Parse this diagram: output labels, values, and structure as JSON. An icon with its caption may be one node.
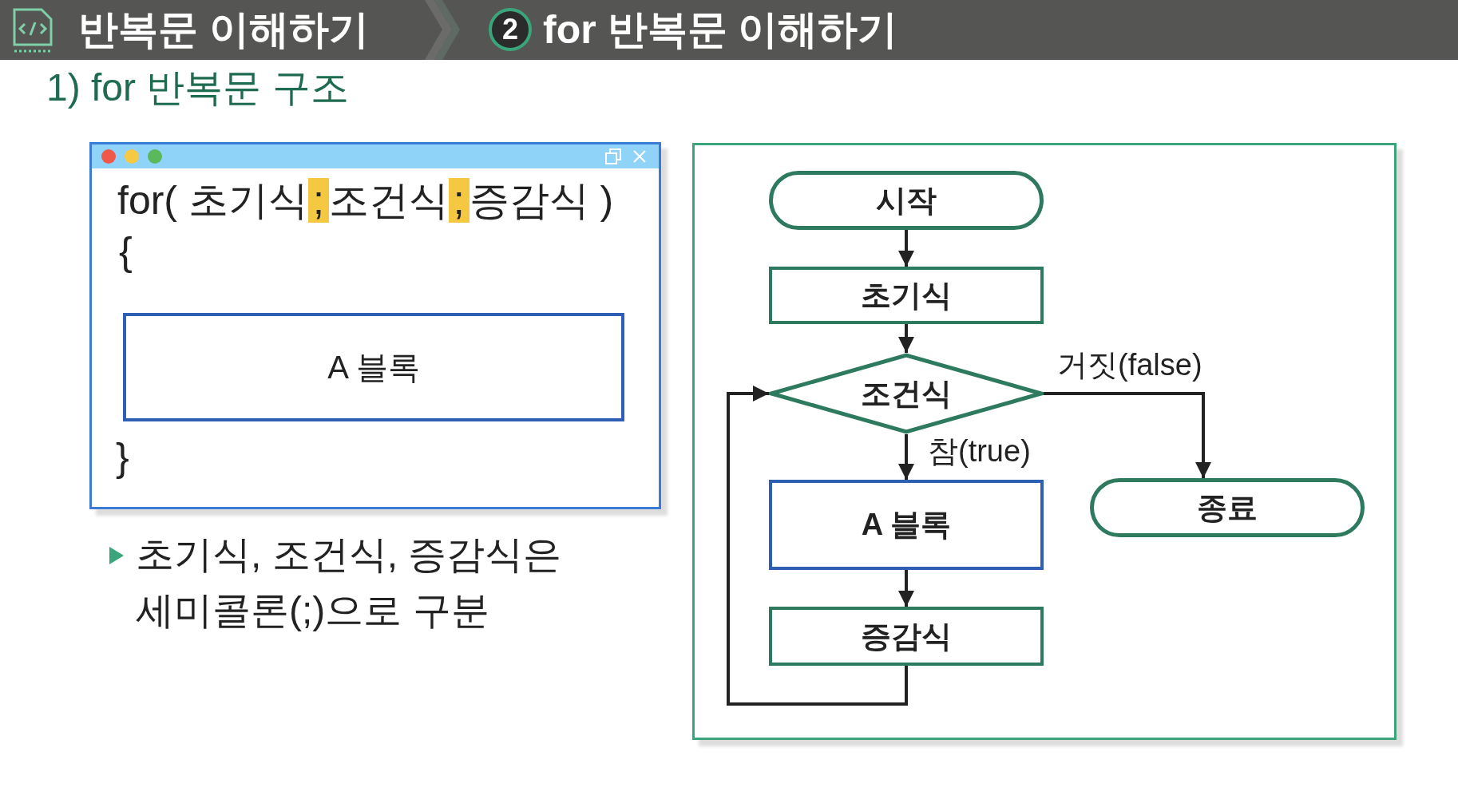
{
  "diagram": {
    "nodes": [
      {
        "text": [
          "for( 초기식;조건식;증감식 )",
          "{",
          "}"
        ]
      },
      {
        "text": [
          "A 블록"
        ],
        "in": 0
      },
      {
        "text": [
          "시작"
        ]
      },
      {
        "text": [
          "초기식"
        ]
      },
      {
        "text": [
          "조건식"
        ]
      },
      {
        "text": [
          "A 블록"
        ]
      },
      {
        "text": [
          "증감식"
        ]
      },
      {
        "text": [
          "종료"
        ]
      }
    ],
    "edges": [
      {
        "from": 2,
        "to": 3,
        "arrow": "to"
      },
      {
        "from": 3,
        "to": 4,
        "arrow": "to"
      },
      {
        "from": 4,
        "to": 5,
        "arrow": "to",
        "label": "참(true)"
      },
      {
        "from": 5,
        "to": 6,
        "arrow": "to"
      },
      {
        "from": 6,
        "to": 4,
        "arrow": "to"
      },
      {
        "from": 4,
        "to": 7,
        "arrow": "to",
        "label": "거짓(false)"
      }
    ],
    "labels": [
      "반복문 이해하기",
      "2",
      "for 반복문 이해하기",
      "1) for 반복문 구조",
      "초기식, 조건식, 증감식은 세미콜론(;)으로 구분"
    ]
  }
}
